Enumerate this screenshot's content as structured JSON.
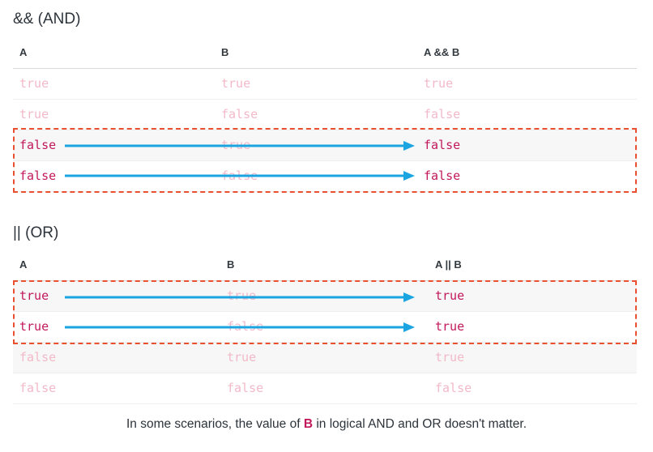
{
  "and_section": {
    "title": "&& (AND)",
    "headers": [
      "A",
      "B",
      "A && B"
    ],
    "rows": [
      [
        "true",
        "true",
        "true"
      ],
      [
        "true",
        "false",
        "false"
      ],
      [
        "false",
        "true",
        "false"
      ],
      [
        "false",
        "false",
        "false"
      ]
    ]
  },
  "or_section": {
    "title": "|| (OR)",
    "headers": [
      "A",
      "B",
      "A || B"
    ],
    "rows": [
      [
        "true",
        "true",
        "true"
      ],
      [
        "true",
        "false",
        "true"
      ],
      [
        "false",
        "true",
        "true"
      ],
      [
        "false",
        "false",
        "false"
      ]
    ]
  },
  "caption": {
    "before": "In some scenarios, the value of ",
    "highlight": "B",
    "after": " in logical AND and OR doesn't matter."
  },
  "colors": {
    "highlight_box": "#e8502f",
    "arrow": "#1ba5e0",
    "emphasis_text": "#c2185b",
    "faded_text": "#f2b9c9"
  }
}
